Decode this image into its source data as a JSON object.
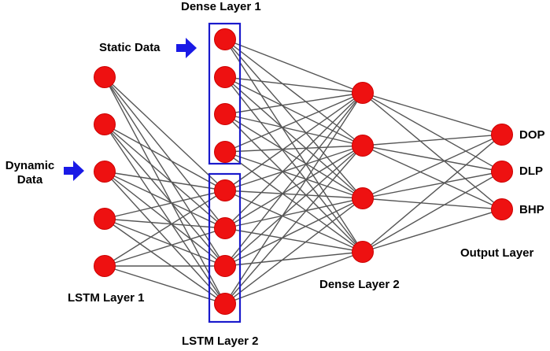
{
  "labels": {
    "dense1": "Dense Layer 1",
    "static": "Static Data",
    "dynamic_line1": "Dynamic",
    "dynamic_line2": "Data",
    "lstm1": "LSTM Layer 1",
    "lstm2": "LSTM Layer 2",
    "dense2": "Dense Layer 2",
    "output_layer": "Output Layer",
    "out_dop": "DOP",
    "out_dlp": "DLP",
    "out_bhp": "BHP"
  },
  "colors": {
    "node_fill": "#ee1111",
    "node_stroke": "#cc0000",
    "edge": "#555555",
    "box": "#1a1acc",
    "arrow": "#1a1ae6"
  },
  "layers": {
    "lstm1": 5,
    "dense1": 4,
    "lstm2": 4,
    "dense2": 4,
    "output": 3
  }
}
